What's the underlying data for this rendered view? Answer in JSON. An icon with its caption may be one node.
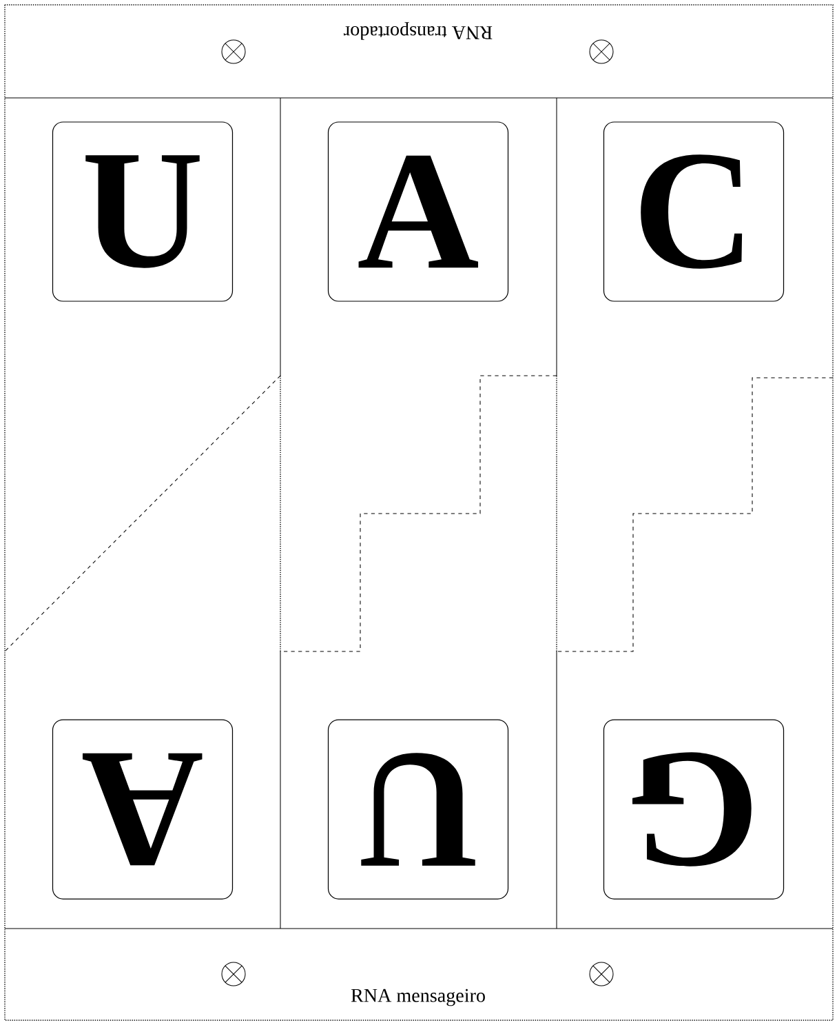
{
  "diagram": {
    "nodes": [
      {
        "text": [
          "U"
        ]
      },
      {
        "text": [
          "A"
        ]
      },
      {
        "text": [
          "C"
        ]
      },
      {
        "text": [
          "A"
        ]
      },
      {
        "text": [
          "U"
        ]
      },
      {
        "text": [
          "G"
        ]
      }
    ],
    "labels": [
      "RNA transportador",
      "RNA mensageiro"
    ]
  }
}
